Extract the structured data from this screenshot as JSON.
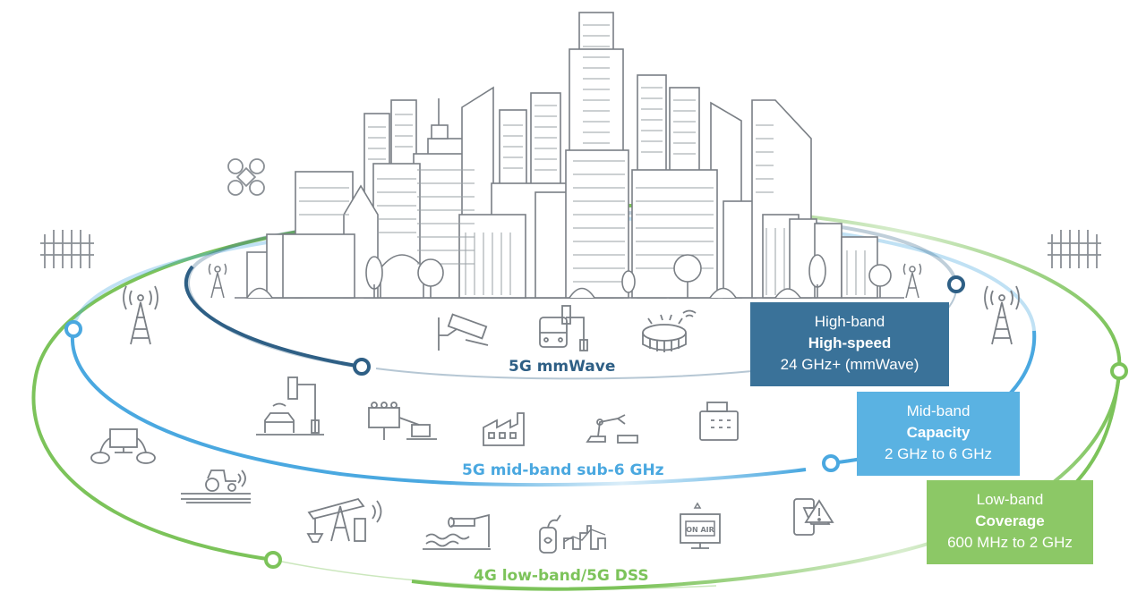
{
  "rings": {
    "high": {
      "label": "5G mmWave",
      "color": "#2e5f85"
    },
    "mid": {
      "label": "5G mid-band sub-6 GHz",
      "color": "#4aa8e0"
    },
    "low": {
      "label": "4G low-band/5G DSS",
      "color": "#7cc35a"
    }
  },
  "boxes": {
    "high": {
      "line1": "High-band",
      "line2": "High-speed",
      "line3": "24 GHz+ (mmWave)",
      "color": "#3a7299"
    },
    "mid": {
      "line1": "Mid-band",
      "line2": "Capacity",
      "line3": "2 GHz to 6 GHz",
      "color": "#5ab2e2"
    },
    "low": {
      "line1": "Low-band",
      "line2": "Coverage",
      "line3": "600 MHz to 2 GHz",
      "color": "#8cc866"
    }
  },
  "icons": {
    "high": [
      "security-camera-icon",
      "bus-traffic-light-icon",
      "stadium-icon"
    ],
    "mid": [
      "car-traffic-light-icon",
      "billboard-laptop-icon",
      "factory-icon",
      "robot-arm-icon",
      "cash-register-icon"
    ],
    "low": [
      "gaming-console-icon",
      "tractor-icon",
      "oil-pump-icon",
      "water-outflow-icon",
      "health-monitor-icon",
      "on-air-tv-icon",
      "alert-phone-icon"
    ]
  },
  "on_air_text": "ON AIR"
}
